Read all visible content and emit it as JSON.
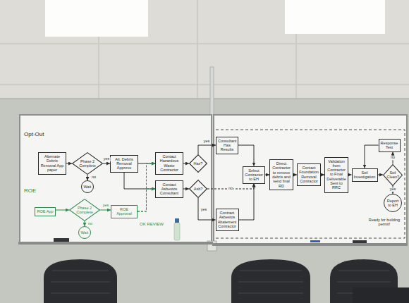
{
  "diagram": {
    "nodes": [
      {
        "text": [
          "Alternate Debris Removal App paper"
        ]
      },
      {
        "text": [
          "Phase 2 Complete"
        ]
      },
      {
        "text": [
          "Wait"
        ]
      },
      {
        "text": [
          "Alt. Debris Removal Approve"
        ]
      },
      {
        "text": [
          "Contact Hazardous Waste Contractor"
        ]
      },
      {
        "text": [
          "Contact Asbestos Consultant"
        ]
      },
      {
        "text": [
          "Haz?"
        ]
      },
      {
        "text": [
          "Asb?"
        ]
      },
      {
        "text": [
          "ROE App"
        ]
      },
      {
        "text": [
          "Phase 2 Complete"
        ]
      },
      {
        "text": [
          "Wait"
        ]
      },
      {
        "text": [
          "ROE Approval"
        ]
      },
      {
        "text": [
          "Consultant Has Results"
        ]
      },
      {
        "text": [
          "Contract Asbestos Abatement Contractor"
        ]
      },
      {
        "text": [
          "Select Contractor to EH"
        ]
      },
      {
        "text": [
          "Direct Contractor to remove debris and send final RD"
        ]
      },
      {
        "text": [
          "Contact Foundation Removal Contractor"
        ]
      },
      {
        "text": [
          "Validation from Contractor to Final Deliverable Sent to RRC"
        ]
      },
      {
        "text": [
          "Soil Investigation"
        ]
      },
      {
        "text": [
          "Response Test"
        ]
      },
      {
        "text": [
          "Soil Clean?"
        ]
      },
      {
        "text": [
          "Report to EH"
        ]
      }
    ],
    "edges": [
      {
        "from": 0,
        "to": 1,
        "arrow": "to"
      },
      {
        "from": 1,
        "to": 3,
        "label": "yes",
        "arrow": "to"
      },
      {
        "from": 1,
        "to": 2,
        "label": "no",
        "arrow": "to"
      },
      {
        "from": 3,
        "to": 4,
        "arrow": "to"
      },
      {
        "from": 3,
        "to": 5,
        "arrow": "to"
      },
      {
        "from": 4,
        "to": 6,
        "arrow": "to"
      },
      {
        "from": 5,
        "to": 7,
        "arrow": "to"
      },
      {
        "from": 8,
        "to": 9,
        "arrow": "to"
      },
      {
        "from": 9,
        "to": 11,
        "label": "yes",
        "arrow": "to"
      },
      {
        "from": 9,
        "to": 10,
        "label": "no",
        "arrow": "to"
      },
      {
        "from": 11,
        "to": 4,
        "label": "OK REVIEW",
        "arrow": "to"
      },
      {
        "from": 11,
        "to": 5,
        "arrow": "to"
      },
      {
        "from": 6,
        "to": 12,
        "label": "yes",
        "arrow": "to"
      },
      {
        "from": 7,
        "to": 13,
        "label": "yes",
        "arrow": "to"
      },
      {
        "from": 7,
        "to": 14,
        "label": "no",
        "arrow": "to"
      },
      {
        "from": 12,
        "to": 14,
        "arrow": "to"
      },
      {
        "from": 13,
        "to": 14,
        "arrow": "to"
      },
      {
        "from": 14,
        "to": 15,
        "arrow": "to"
      },
      {
        "from": 15,
        "to": 16,
        "arrow": "to"
      },
      {
        "from": 16,
        "to": 17,
        "arrow": "to"
      },
      {
        "from": 17,
        "to": 18,
        "arrow": "to"
      },
      {
        "from": 18,
        "to": 20,
        "arrow": "to"
      },
      {
        "from": 20,
        "to": 19,
        "label": "no",
        "arrow": "to"
      },
      {
        "from": 19,
        "to": 18,
        "arrow": "to"
      },
      {
        "from": 20,
        "to": 21,
        "label": "yes",
        "arrow": "to"
      }
    ],
    "labels": [
      "Opt-Out",
      "ROE",
      "Ready for building permit!"
    ]
  }
}
